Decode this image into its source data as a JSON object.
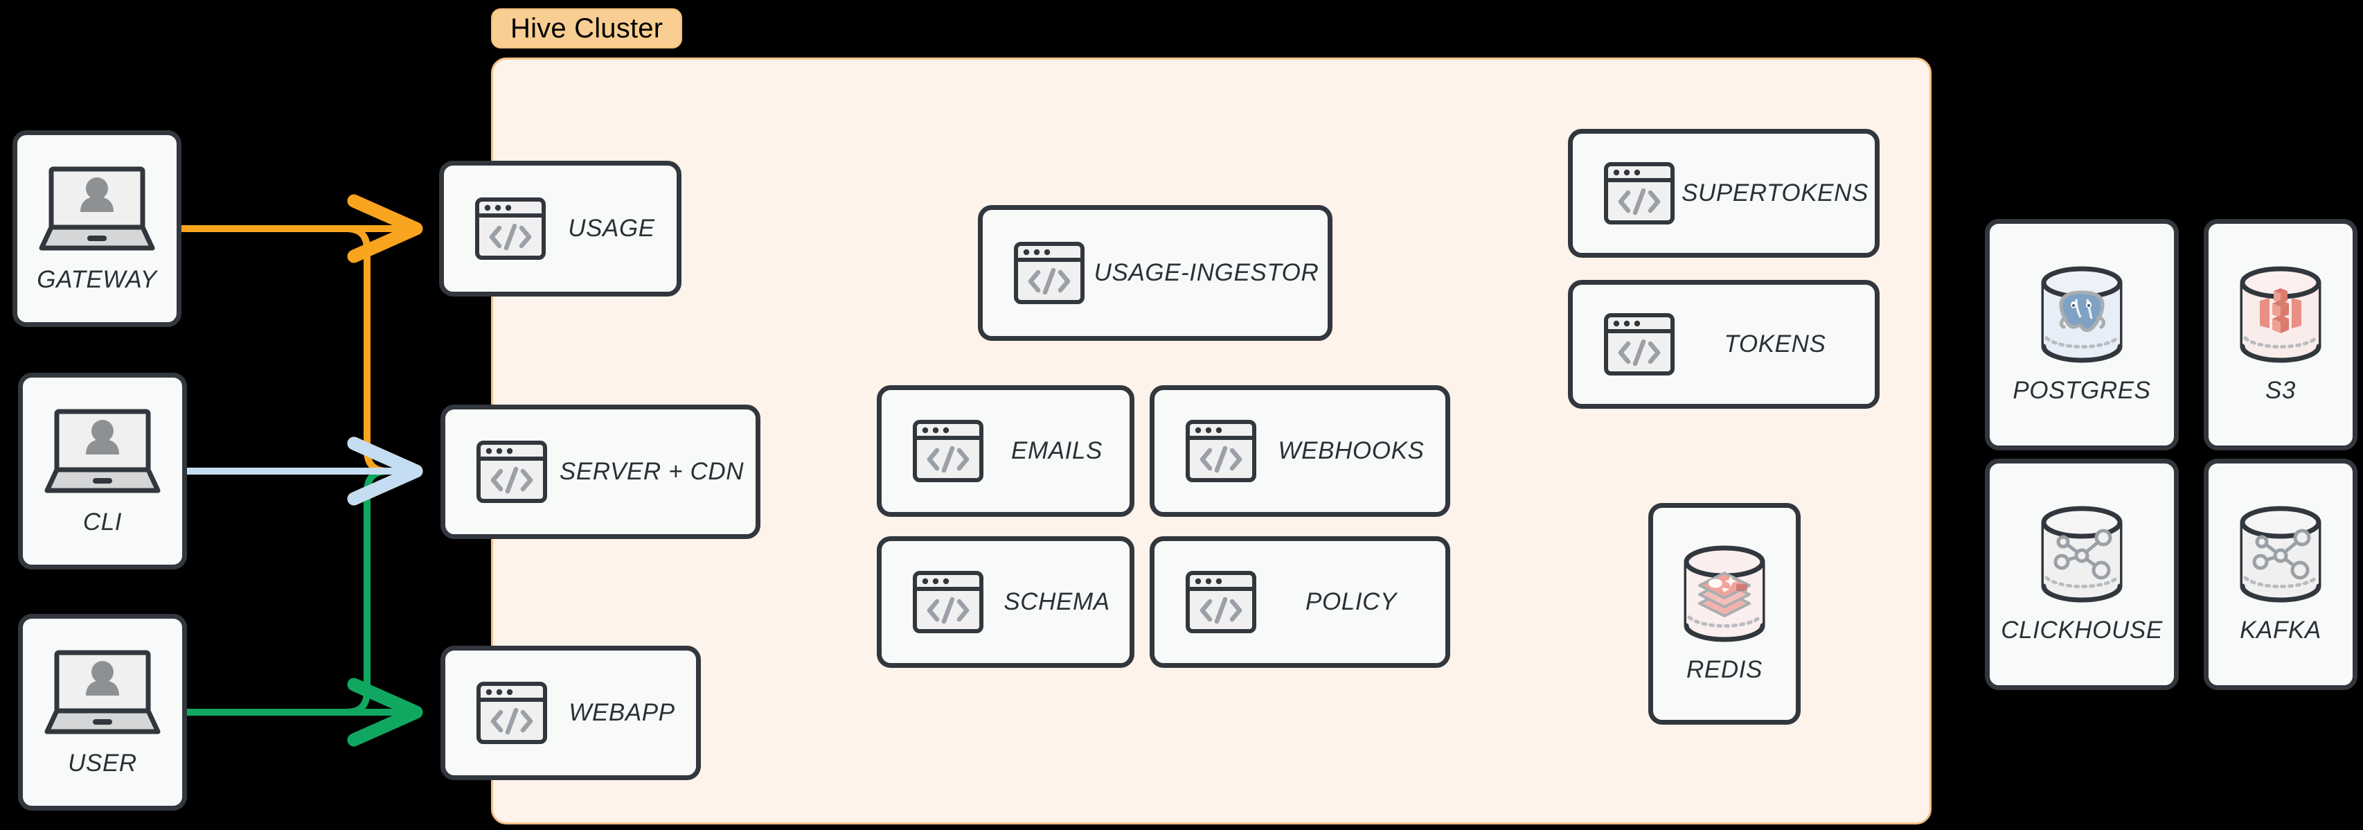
{
  "diagram": {
    "title": "Hive Cluster architecture",
    "background_color": "#000000"
  },
  "cluster": {
    "badge_label": "Hive Cluster",
    "badge_bg": "#F9CE92",
    "fill": "#FDF3EA",
    "border": "#F5C189"
  },
  "clients": [
    {
      "id": "gateway",
      "label": "GATEWAY",
      "icon": "laptop-user-icon"
    },
    {
      "id": "cli",
      "label": "CLI",
      "icon": "laptop-user-icon"
    },
    {
      "id": "user",
      "label": "USER",
      "icon": "laptop-user-icon"
    }
  ],
  "edge_services": [
    {
      "id": "usage",
      "label": "USAGE",
      "icon": "code-window-icon"
    },
    {
      "id": "server-cdn",
      "label": "SERVER + CDN",
      "icon": "code-window-icon"
    },
    {
      "id": "webapp",
      "label": "WEBAPP",
      "icon": "code-window-icon"
    }
  ],
  "core_services": [
    {
      "id": "usage-ingestor",
      "label": "USAGE-INGESTOR",
      "icon": "code-window-icon"
    },
    {
      "id": "emails",
      "label": "EMAILS",
      "icon": "code-window-icon"
    },
    {
      "id": "webhooks",
      "label": "WEBHOOKS",
      "icon": "code-window-icon"
    },
    {
      "id": "schema",
      "label": "SCHEMA",
      "icon": "code-window-icon"
    },
    {
      "id": "policy",
      "label": "POLICY",
      "icon": "code-window-icon"
    }
  ],
  "auth_services": [
    {
      "id": "supertokens",
      "label": "SUPERTOKENS",
      "icon": "code-window-icon"
    },
    {
      "id": "tokens",
      "label": "TOKENS",
      "icon": "code-window-icon"
    }
  ],
  "cluster_stores": [
    {
      "id": "redis",
      "label": "REDIS",
      "icon": "redis-cylinder-icon",
      "accent": "#EE9A95"
    }
  ],
  "external_stores": [
    {
      "id": "postgres",
      "label": "POSTGRES",
      "icon": "postgres-cylinder-icon",
      "accent": "#7FA2C4"
    },
    {
      "id": "s3",
      "label": "S3",
      "icon": "s3-cylinder-icon",
      "accent": "#E98F83"
    },
    {
      "id": "clickhouse",
      "label": "CLICKHOUSE",
      "icon": "generic-cylinder-icon",
      "accent": "#9AA0A6"
    },
    {
      "id": "kafka",
      "label": "KAFKA",
      "icon": "generic-cylinder-icon",
      "accent": "#9AA0A6"
    }
  ],
  "connections": [
    {
      "id": "gateway-to-usage",
      "from": "GATEWAY",
      "to": "USAGE",
      "color": "#F9A41E"
    },
    {
      "id": "gateway-to-server-cdn",
      "from": "GATEWAY",
      "to": "SERVER + CDN",
      "color": "#F9A41E"
    },
    {
      "id": "cli-to-server-cdn",
      "from": "CLI",
      "to": "SERVER + CDN",
      "color": "#C5DDF2"
    },
    {
      "id": "user-to-server-cdn",
      "from": "USER",
      "to": "SERVER + CDN",
      "color": "#10A861"
    },
    {
      "id": "user-to-webapp",
      "from": "USER",
      "to": "WEBAPP",
      "color": "#10A861"
    }
  ],
  "colors": {
    "card_fill": "#F8F9F9",
    "card_stroke": "#32373D",
    "label_text": "#2C3036",
    "orange": "#F9A41E",
    "blue": "#C5DDF2",
    "green": "#10A861"
  }
}
